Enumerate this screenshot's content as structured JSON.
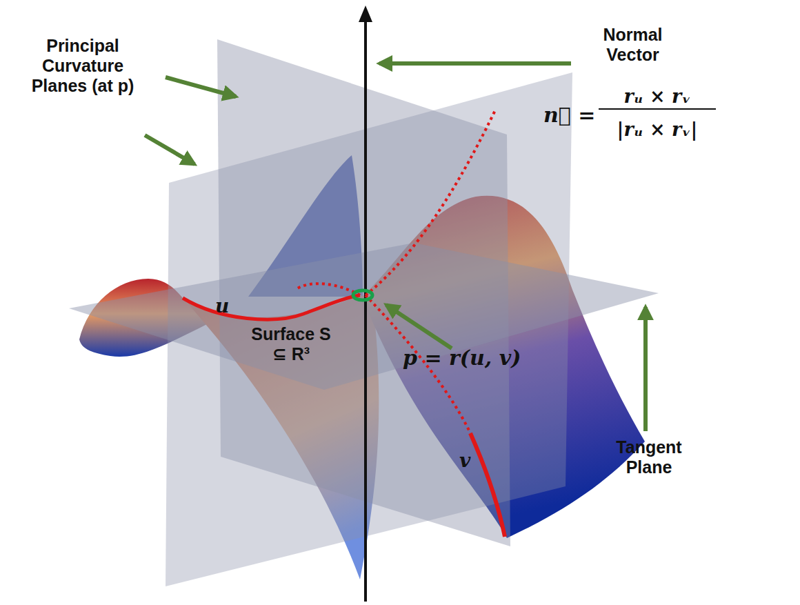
{
  "diagram": {
    "labels": [
      "Principal Curvature Planes (at p)",
      "Normal Vector",
      "n⃗ =",
      "rᵤ × rᵥ",
      "|rᵤ × rᵥ|",
      "u",
      "Surface S ⊆ R³",
      "p = r(u, v)",
      "v",
      "Tangent Plane"
    ]
  }
}
